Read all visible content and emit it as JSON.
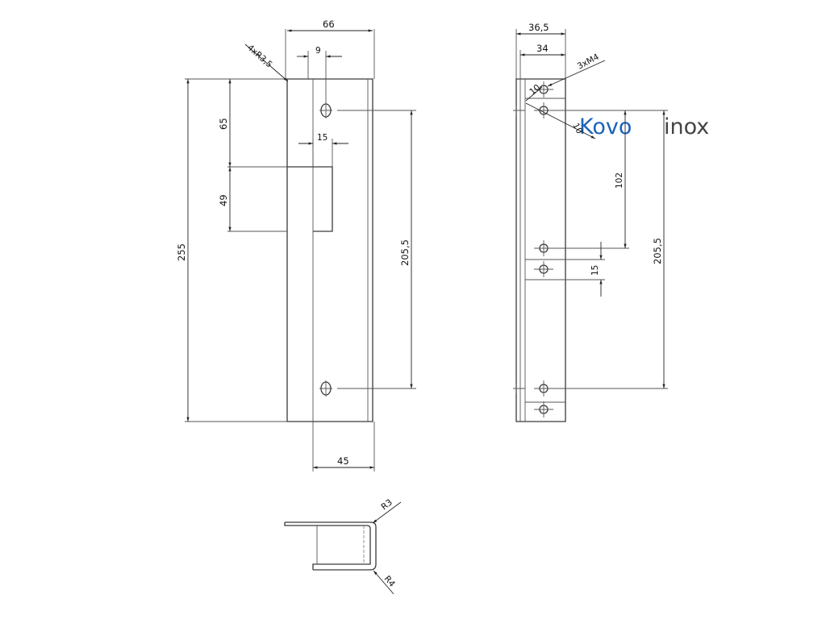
{
  "logo": {
    "part1": "Kovo",
    "part2": "inox",
    "color_part1": "#1b63b9",
    "color_part2": "#444444"
  },
  "front_view": {
    "dims": {
      "width_total": "66",
      "hole_edge": "9",
      "slot_depth": "15",
      "slot_offset": "65",
      "slot_height": "49",
      "total_height": "255",
      "hole_spacing": "205,5",
      "flange_width": "45",
      "corner_radius": "4xR3,5"
    }
  },
  "side_view": {
    "dims": {
      "outer_width": "36,5",
      "inner_width": "34",
      "thread": "3xM4",
      "hole_pitch": "102",
      "hole_pitch_total": "205,5",
      "slot_gap": "15",
      "hole_dim_a": "10",
      "hole_dim_b": "10"
    }
  },
  "section_view": {
    "dims": {
      "inner_radius": "R3",
      "outer_radius": "R4"
    }
  }
}
